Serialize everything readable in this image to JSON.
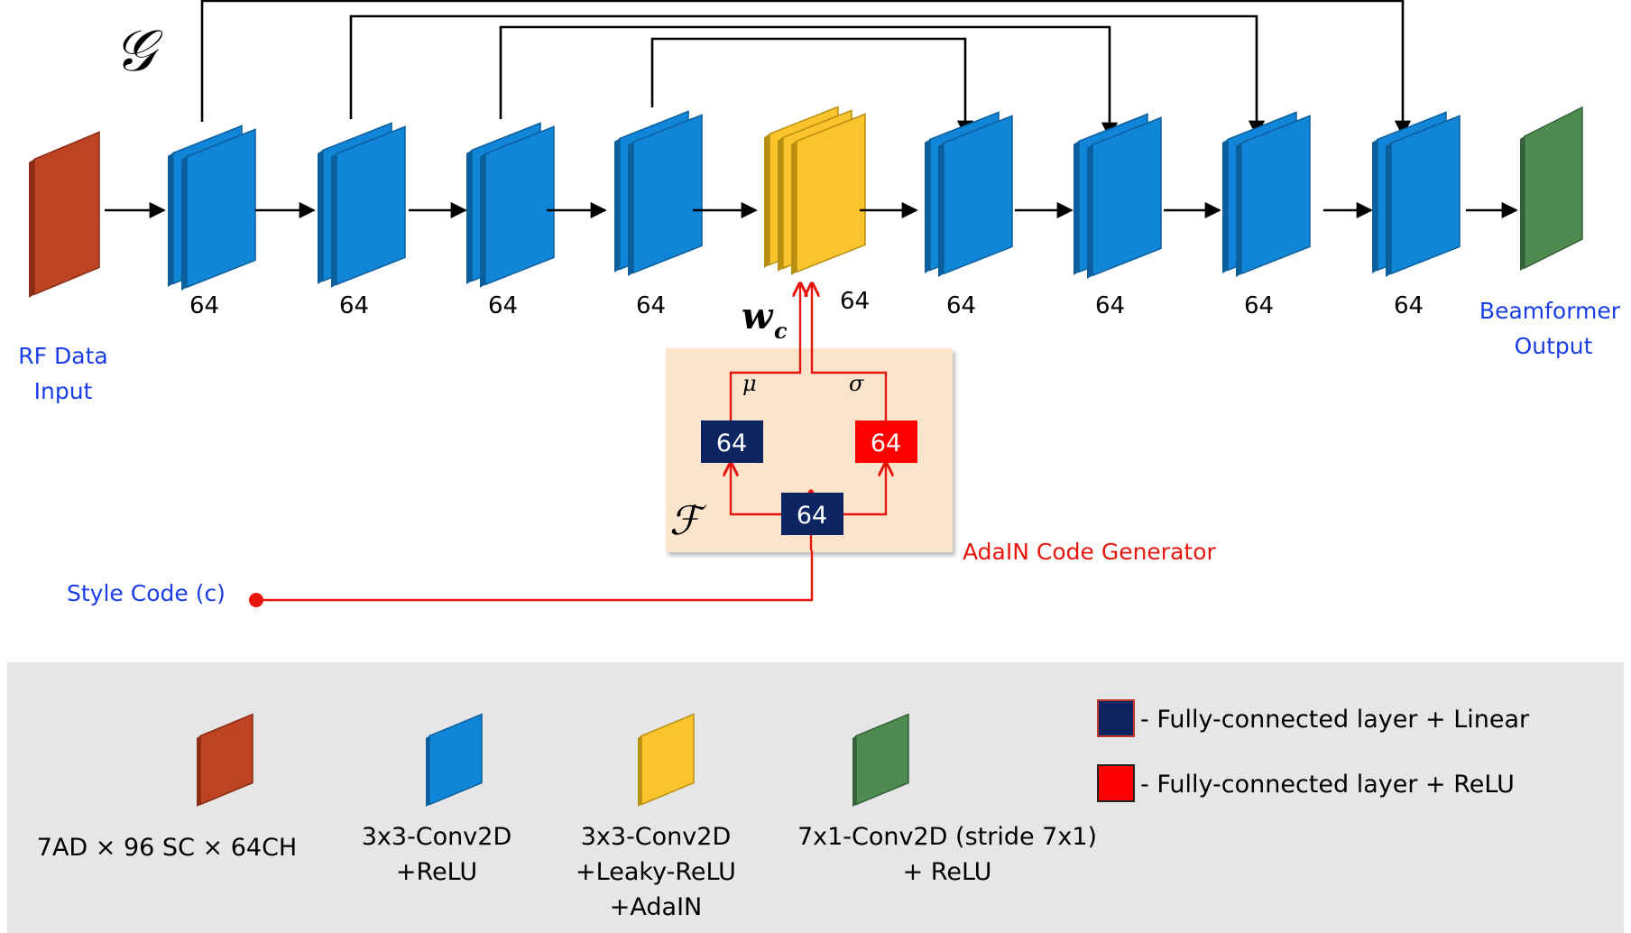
{
  "symbols": {
    "generator": "𝒢",
    "mapping": "ℱ",
    "code_main": "w",
    "code_sub": "c",
    "mu": "μ",
    "sigma": "σ"
  },
  "labels": {
    "input": [
      "RF Data",
      "Input"
    ],
    "output": [
      "Beamformer",
      "Output"
    ],
    "style_code": "Style Code (c)",
    "adain_generator": "AdaIN Code Generator"
  },
  "network": {
    "input_block": {
      "kind": "input",
      "label": ""
    },
    "blocks": [
      {
        "kind": "conv",
        "label": "64"
      },
      {
        "kind": "conv",
        "label": "64"
      },
      {
        "kind": "conv",
        "label": "64"
      },
      {
        "kind": "conv",
        "label": "64"
      },
      {
        "kind": "adain",
        "label": "64"
      },
      {
        "kind": "conv",
        "label": "64"
      },
      {
        "kind": "conv",
        "label": "64"
      },
      {
        "kind": "conv",
        "label": "64"
      },
      {
        "kind": "conv",
        "label": "64"
      }
    ],
    "output_block": {
      "kind": "output",
      "label": ""
    },
    "skip_connections": [
      [
        0,
        8
      ],
      [
        1,
        7
      ],
      [
        2,
        6
      ],
      [
        3,
        5
      ]
    ]
  },
  "code_generator": {
    "fc_input": "64",
    "fc_mu": "64",
    "fc_sigma": "64"
  },
  "legend": {
    "items": [
      {
        "kind": "input",
        "lines": [
          "7AD × 96 SC × 64CH"
        ]
      },
      {
        "kind": "conv",
        "lines": [
          "3x3-Conv2D",
          "+ReLU"
        ]
      },
      {
        "kind": "adain",
        "lines": [
          "3x3-Conv2D",
          "+Leaky-ReLU",
          "+AdaIN"
        ]
      },
      {
        "kind": "output",
        "lines": [
          "7x1-Conv2D (stride 7x1)",
          "+ ReLU"
        ]
      }
    ],
    "fc": [
      {
        "kind": "fc-linear",
        "text": "- Fully-connected layer + Linear"
      },
      {
        "kind": "fc-relu",
        "text": "- Fully-connected layer + ReLU"
      }
    ]
  },
  "colors": {
    "conv": "#1185d8",
    "conv_dark": "#0b5f9c",
    "adain": "#fcc42c",
    "adain_dark": "#b88f10",
    "input": "#bd4322",
    "input_dark": "#8a2d14",
    "output": "#4f8a50",
    "output_dark": "#34603a",
    "fc_linear": "#0c2461",
    "fc_relu": "#ff0000",
    "wire": "#e8150d",
    "label_blue": "#1a3ee6",
    "label_red": "#e8150d",
    "panel": "#fbe4cc",
    "legend_bg": "#e6e6e6"
  }
}
